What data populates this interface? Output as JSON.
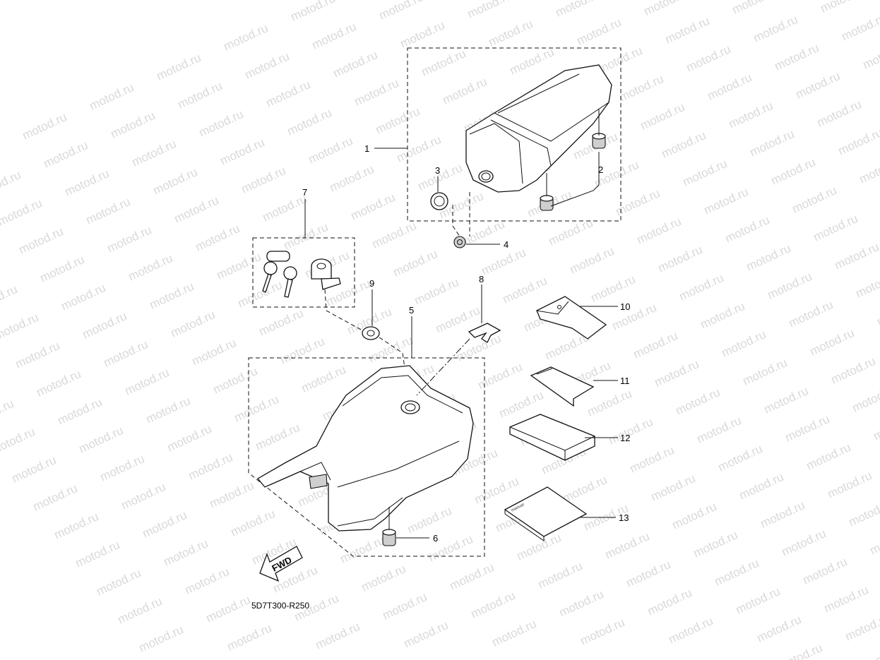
{
  "diagram": {
    "watermark_text": "motod.ru",
    "drawing_code": "5D7T300-R250",
    "direction_label": "FWD",
    "callouts": [
      {
        "id": "c1",
        "label": "1"
      },
      {
        "id": "c2",
        "label": "2"
      },
      {
        "id": "c3",
        "label": "3"
      },
      {
        "id": "c4",
        "label": "4"
      },
      {
        "id": "c5",
        "label": "5"
      },
      {
        "id": "c6",
        "label": "6"
      },
      {
        "id": "c7",
        "label": "7"
      },
      {
        "id": "c8",
        "label": "8"
      },
      {
        "id": "c9",
        "label": "9"
      },
      {
        "id": "c10",
        "label": "10"
      },
      {
        "id": "c11",
        "label": "11"
      },
      {
        "id": "c12",
        "label": "12"
      },
      {
        "id": "c13",
        "label": "13"
      }
    ]
  }
}
